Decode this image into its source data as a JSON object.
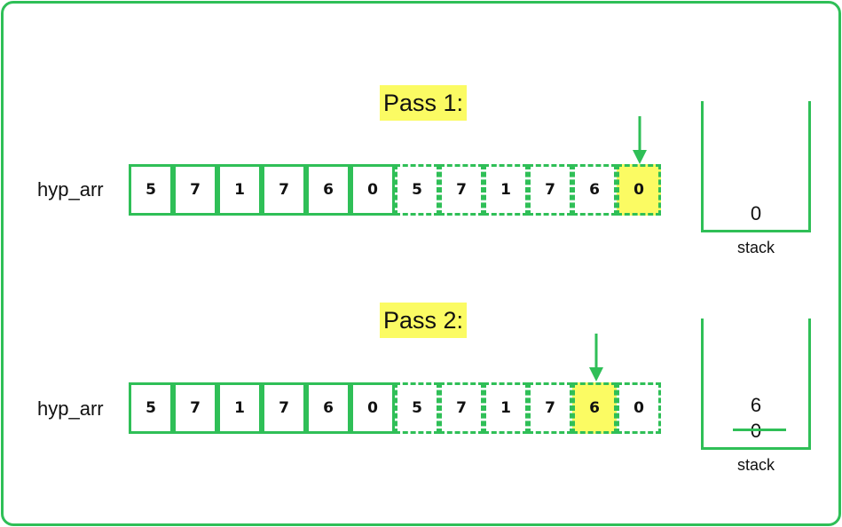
{
  "passes": [
    {
      "title": "Pass 1:",
      "row_label": "hyp_arr",
      "cells": [
        "5",
        "7",
        "1",
        "7",
        "6",
        "0",
        "5",
        "7",
        "1",
        "7",
        "6",
        "0"
      ],
      "highlight_index": 11,
      "stack": {
        "values": [
          "0"
        ],
        "label": "stack"
      }
    },
    {
      "title": "Pass 2:",
      "row_label": "hyp_arr",
      "cells": [
        "5",
        "7",
        "1",
        "7",
        "6",
        "0",
        "5",
        "7",
        "1",
        "7",
        "6",
        "0"
      ],
      "highlight_index": 10,
      "stack": {
        "values": [
          "6",
          "0"
        ],
        "popped": "0",
        "label": "stack"
      }
    }
  ],
  "colors": {
    "accent": "#2fbf57",
    "highlight": "#fbfb63"
  }
}
